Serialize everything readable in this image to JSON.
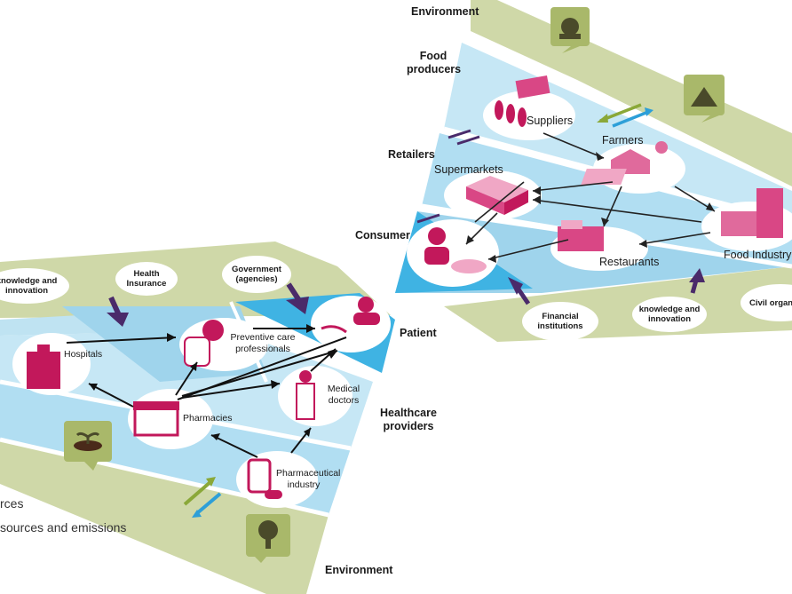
{
  "colors": {
    "environment": "#cfd8a8",
    "band_light": "#bfe3f2",
    "band_mid": "#9fd4ec",
    "band_dark": "#3fb3e3",
    "accent": "#c2185b",
    "arrow_dark": "#4a2a6a",
    "arrow_green": "#8aa838",
    "arrow_blue": "#2d9fd8",
    "icon_tile": "#a9b86a"
  },
  "right_diagram": {
    "bands": {
      "environment": "Environment",
      "food_producers": "Food producers",
      "retailers": "Retailers",
      "consumer": "Consumer"
    },
    "nodes": {
      "suppliers": "Suppliers",
      "farmers": "Farmers",
      "supermarkets": "Supermarkets",
      "restaurants": "Restaurants",
      "food_industry": "Food Industry"
    },
    "ovals": {
      "financial": "Financial institutions",
      "knowledge": "knowledge and innovation",
      "civil": "Civil organization"
    }
  },
  "left_diagram": {
    "ovals": {
      "knowledge": "knowledge and innovation",
      "health_insurance": "Health Insurance",
      "government": "Government (agencies)"
    },
    "bands": {
      "patient": "Patient",
      "healthcare_providers": "Healthcare providers",
      "environment": "Environment"
    },
    "nodes": {
      "hospitals": "Hospitals",
      "preventive": "Preventive care professionals",
      "medical": "Medical doctors",
      "pharmacies": "Pharmacies",
      "pharma": "Pharmaceutical industry"
    }
  },
  "legend": {
    "line1": "rces",
    "line2": "sources and emissions"
  },
  "icons": [
    "sprout-icon",
    "tree-icon",
    "landscape-icon",
    "mountain-icon",
    "hospital-icon",
    "pharmacy-icon",
    "doctor-icon",
    "patient-icon",
    "medicine-icon",
    "store-icon",
    "factory-icon",
    "house-icon",
    "wheat-icon",
    "consumer-icon"
  ]
}
